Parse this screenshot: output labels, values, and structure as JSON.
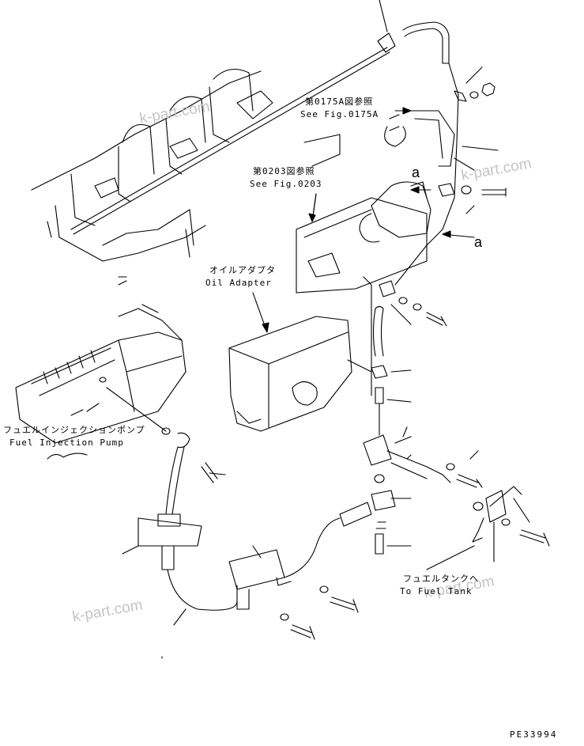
{
  "labels": {
    "ref_0175a_jp": "第0175A図参照",
    "ref_0175a_en": "See Fig.0175A",
    "ref_0203_jp": "第0203図参照",
    "ref_0203_en": "See Fig.0203",
    "oil_adapter_jp": "オイルアダプタ",
    "oil_adapter_en": "Oil Adapter",
    "fuel_pump_jp": "フュエルインジェクションポンプ",
    "fuel_pump_en": "Fuel Injection Pump",
    "fuel_tank_jp": "フュエルタンクへ",
    "fuel_tank_en": "To Fuel Tank",
    "marker_a_top": "a",
    "marker_a_right": "a"
  },
  "watermarks": [
    "k-part.com",
    "k-part.com",
    "k-part.com",
    "k-part.com"
  ],
  "drawing_code": "PE33994",
  "colors": {
    "line": "#000000",
    "watermark": "#c4c4c4"
  }
}
